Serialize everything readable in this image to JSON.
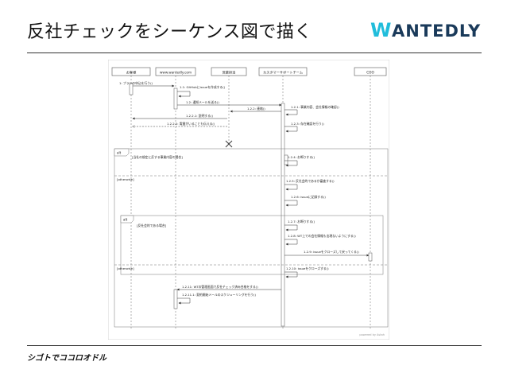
{
  "slide": {
    "title": "反社チェックをシーケンス図で描く",
    "footer_tagline": "シゴトでココロオドル"
  },
  "logo": {
    "text": "ANTEDLY",
    "accent_letter": "W",
    "accent_color": "#21bddb",
    "text_color": "#1a3a5a"
  },
  "diagram": {
    "top_label": "",
    "lifelines": [
      {
        "id": "customer",
        "label": "お客様"
      },
      {
        "id": "site",
        "label": "www.wantedly.com"
      },
      {
        "id": "sales",
        "label": "営業担当"
      },
      {
        "id": "support",
        "label": "カスタマーサポートチーム"
      },
      {
        "id": "coo",
        "label": "COO"
      }
    ],
    "messages": [
      {
        "label": "1: プランの申込を行う()"
      },
      {
        "label": "1.1: GitHubにissueを作成する()"
      },
      {
        "label": "1.2: 通知メールを送る()"
      },
      {
        "label": "1.2.1: 事業内容、会社情報の確認()"
      },
      {
        "label": "1.2.2: 連絡()"
      },
      {
        "label": "1.2.2.1: 説明する()"
      },
      {
        "label": "1.2.3: 存在確認を行う()"
      },
      {
        "label": "1.2.2.2: 電番がいることも伝える()"
      },
      {
        "label": "1.2.4: お断りする()"
      },
      {
        "label": "1.2.5: 反社会的であるか審査する()"
      },
      {
        "label": "1.2.6: issueに記録する()"
      },
      {
        "label": "1.2.7: お断りする()"
      },
      {
        "label": "1.2.8: WT上での会社情報も出現ないようにする()"
      },
      {
        "label": "1.2.9: issueをクローズして戻ってくる()"
      },
      {
        "label": "1.2.10: issueをクローズする()"
      },
      {
        "label": "1.2.11: WTの管理画面で反社チェック済み合格をする()"
      },
      {
        "label": "1.2.11.1: 契約開始メールのスケジューリングを行う()"
      }
    ],
    "fragments": [
      {
        "keyword": "alt",
        "guard": "[当社の規定に反する事業内容の場合]"
      },
      {
        "keyword": "",
        "guard": "[otherwise]"
      },
      {
        "keyword": "alt",
        "guard": "[反社会的である場合]"
      },
      {
        "keyword": "",
        "guard": "[otherwise]"
      }
    ],
    "watermark": "powered by Astah"
  }
}
